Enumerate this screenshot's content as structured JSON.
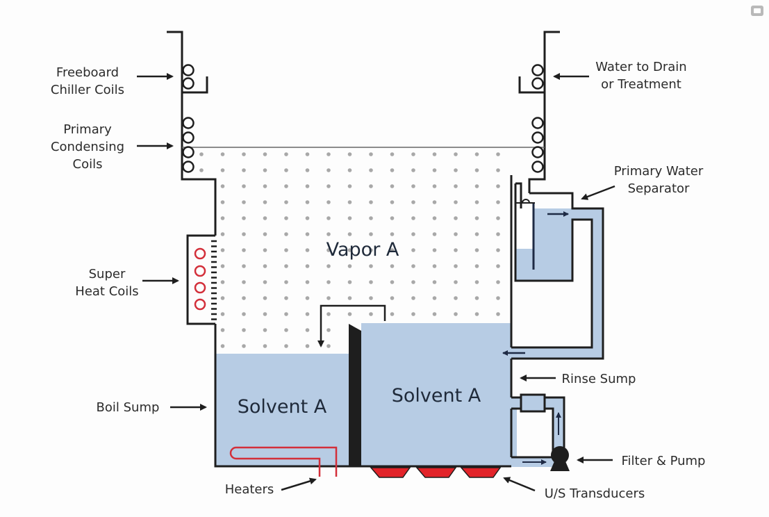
{
  "diagram": {
    "title": "Vapor degreaser schematic",
    "colors": {
      "line": "#1e1e1e",
      "liquid": "#b7cce4",
      "vapor_dot": "#a8a8a8",
      "heater": "#d32f3a",
      "transducer": "#e2242a"
    },
    "regions": {
      "vapor": "Vapor A",
      "boil_sump_liquid": "Solvent A",
      "rinse_sump_liquid": "Solvent A"
    },
    "labels": {
      "freeboard_chiller": [
        "Freeboard",
        "Chiller Coils"
      ],
      "primary_condensing": [
        "Primary",
        "Condensing",
        "Coils"
      ],
      "super_heat": [
        "Super",
        "Heat Coils"
      ],
      "boil_sump": [
        "Boil Sump"
      ],
      "heaters": [
        "Heaters"
      ],
      "water_drain": [
        "Water to Drain",
        "or Treatment"
      ],
      "water_separator": [
        "Primary Water",
        "Separator"
      ],
      "rinse_sump": [
        "Rinse Sump"
      ],
      "filter_pump": [
        "Filter & Pump"
      ],
      "transducers": [
        "U/S Transducers"
      ]
    }
  },
  "corner_icon": "image-icon"
}
